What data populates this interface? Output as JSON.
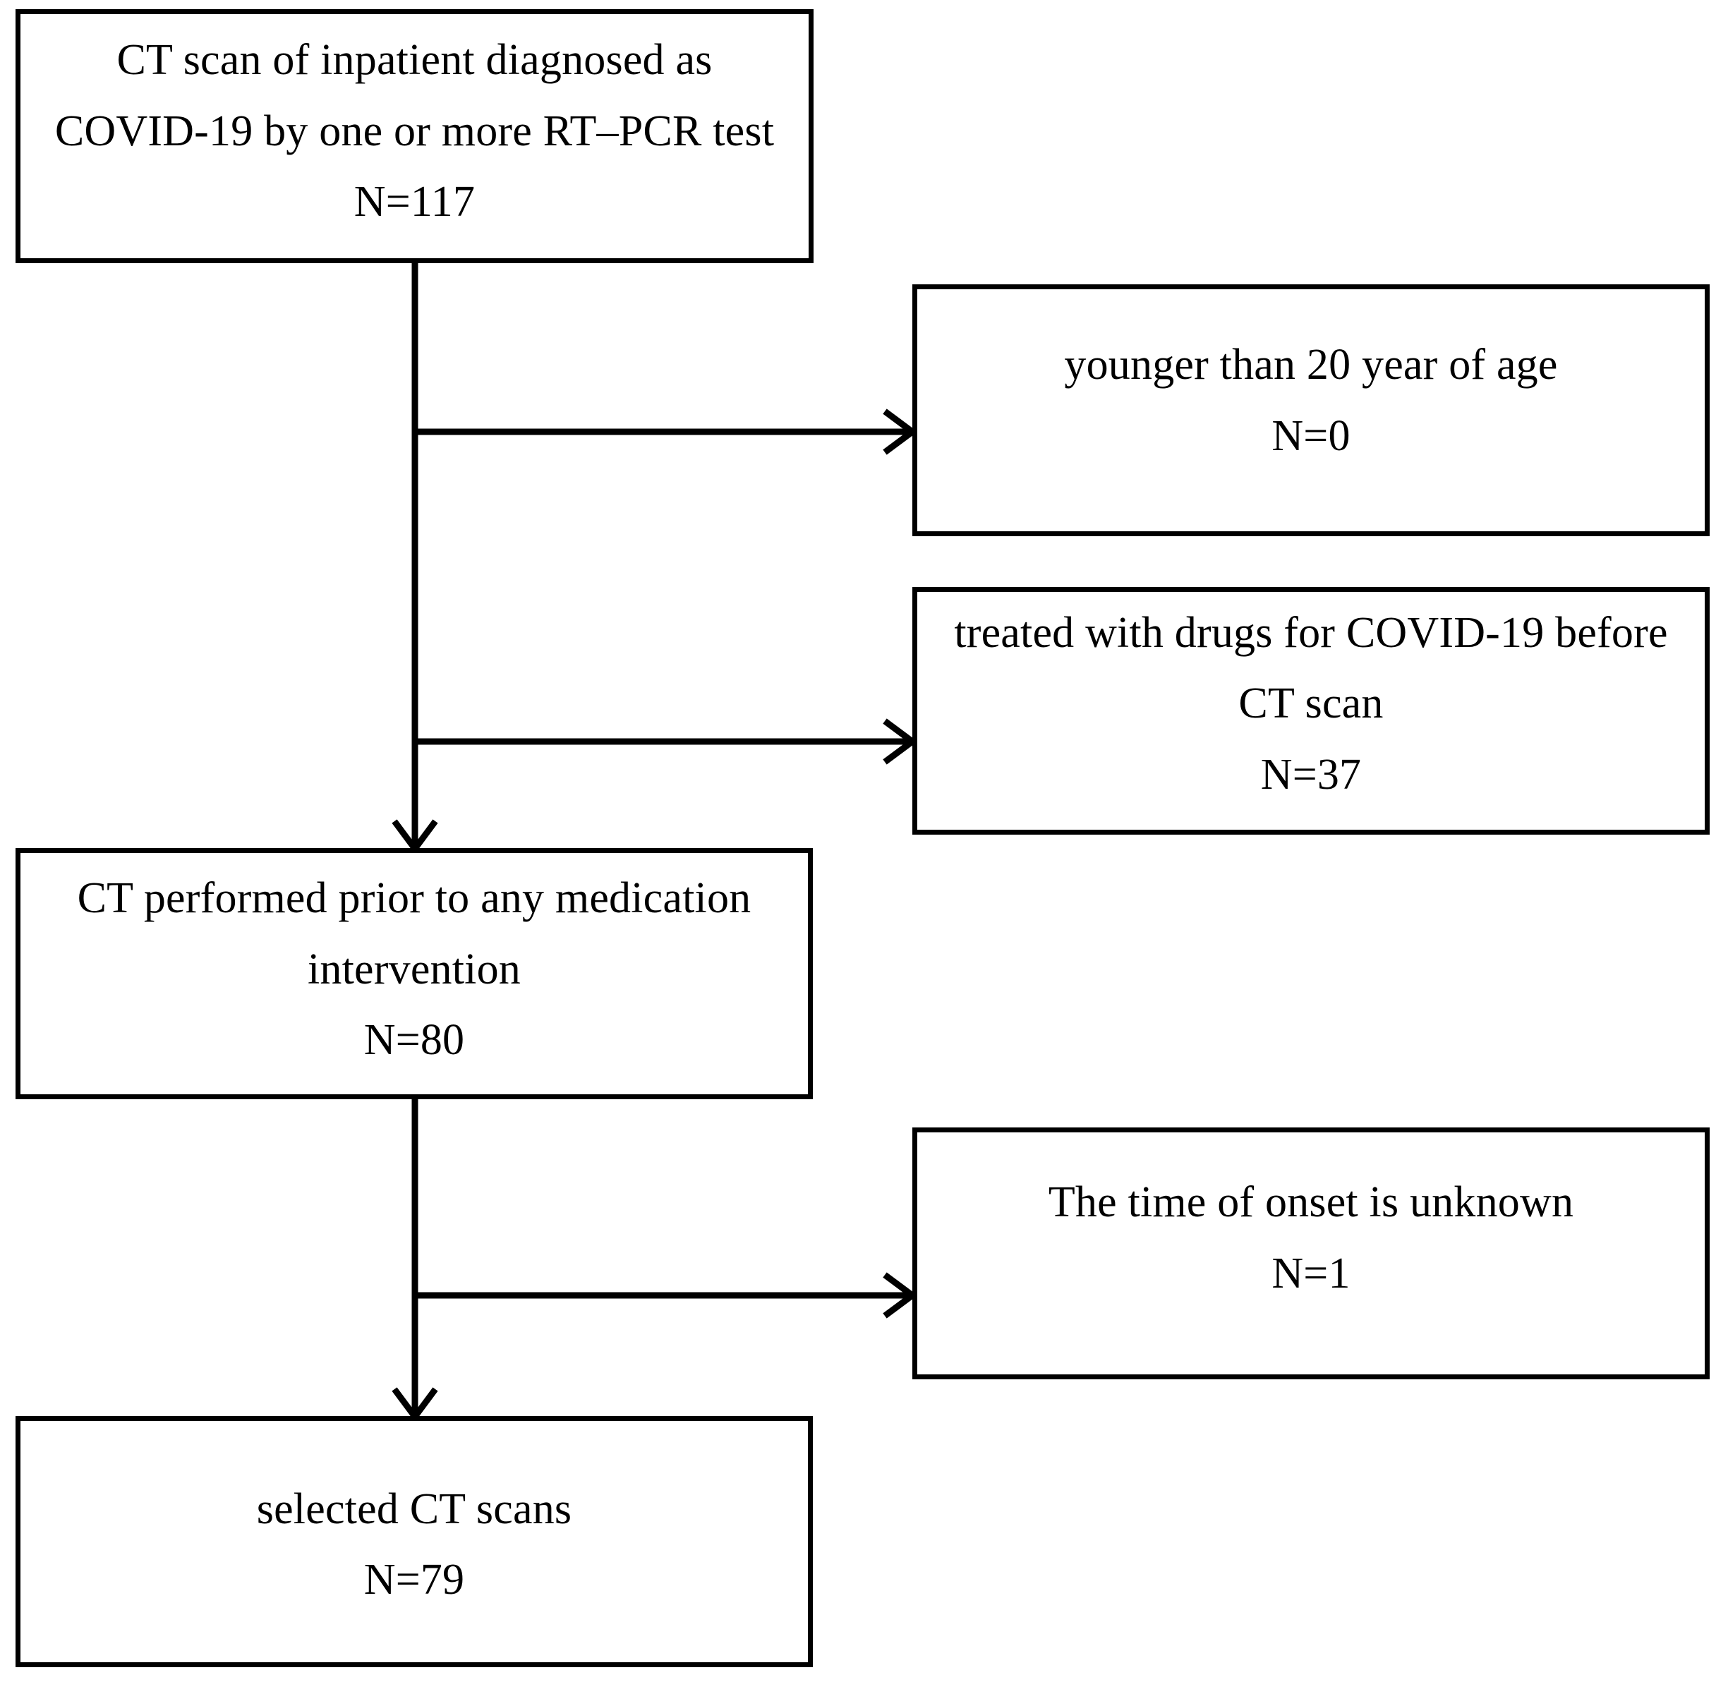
{
  "diagram": {
    "title": "Patient / CT scan selection flow diagram",
    "stroke_color": "#000000",
    "background_color": "#ffffff",
    "nodes": [
      {
        "id": "source",
        "lines": [
          "CT scan of inpatient diagnosed as",
          "COVID-19 by one or more RT–PCR test",
          "N=117"
        ],
        "count_label": "N=117",
        "count": 117
      },
      {
        "id": "exclude-age",
        "lines": [
          "younger than 20 year of age",
          "N=0"
        ],
        "count_label": "N=0",
        "count": 0
      },
      {
        "id": "exclude-drugs",
        "lines": [
          "treated with drugs for COVID-19 before",
          "CT scan",
          "N=37"
        ],
        "count_label": "N=37",
        "count": 37
      },
      {
        "id": "prior-med",
        "lines": [
          "CT performed prior to any medication",
          "intervention",
          "N=80"
        ],
        "count_label": "N=80",
        "count": 80
      },
      {
        "id": "exclude-onset",
        "lines": [
          "The time of onset is unknown",
          "N=1"
        ],
        "count_label": "N=1",
        "count": 1
      },
      {
        "id": "selected",
        "lines": [
          "selected CT scans",
          "N=79"
        ],
        "count_label": "N=79",
        "count": 79
      }
    ]
  },
  "nodes": {
    "source": {
      "line1": "CT scan of inpatient diagnosed as",
      "line2": "COVID-19 by one or more RT–PCR test",
      "line3": "N=117"
    },
    "exclude_age": {
      "line1": "younger than 20 year of age",
      "line2": "N=0"
    },
    "exclude_drugs": {
      "line1": "treated with drugs for COVID-19 before",
      "line2": "CT scan",
      "line3": "N=37"
    },
    "prior_med": {
      "line1": "CT performed prior to any medication",
      "line2": "intervention",
      "line3": "N=80"
    },
    "exclude_onset": {
      "line1": "The time of onset is unknown",
      "line2": "N=1"
    },
    "selected": {
      "line1": "selected CT scans",
      "line2": "N=79"
    }
  }
}
